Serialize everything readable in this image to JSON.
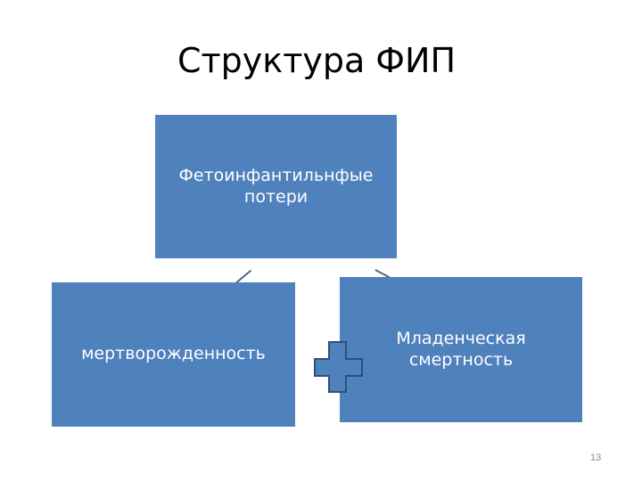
{
  "slide": {
    "title": "Структура ФИП",
    "page_number": "13"
  },
  "diagram": {
    "top_node": {
      "label_line1": "Фетоинфантильнфые",
      "label_line2": "потери"
    },
    "left_node": {
      "label": "мертворожденность"
    },
    "right_node": {
      "label_line1": "Младенческая",
      "label_line2": "смертность"
    },
    "operator_icon": "plus-icon",
    "colors": {
      "box_fill": "#4f81bd",
      "text": "#ffffff",
      "plus_fill": "#4f81bd",
      "plus_stroke": "#2f4f78"
    }
  }
}
